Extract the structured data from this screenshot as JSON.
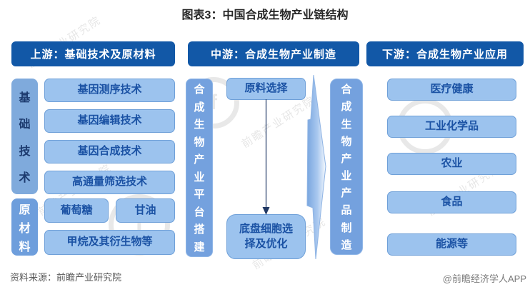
{
  "title": "图表3：中国合成生物产业链结构",
  "upstream": {
    "header": "上游：基础技术及原材料",
    "tech_label": "基础技术",
    "tech_items": [
      "基因测序技术",
      "基因编辑技术",
      "基因合成技术",
      "高通量筛选技术"
    ],
    "material_label": "原材料",
    "material_items": [
      "葡萄糖",
      "甘油",
      "甲烷及其衍生物等"
    ]
  },
  "midstream": {
    "header": "中游：合成生物产业制造",
    "platform_bar": "合成生物产业平台搭建",
    "step1": "原料选择",
    "step2": "底盘细胞选择及优化",
    "product_bar": "合成生物产业产品制造"
  },
  "downstream": {
    "header": "下游：合成生物产业应用",
    "items": [
      "医疗健康",
      "工业化学品",
      "农业",
      "食品",
      "能源等"
    ]
  },
  "footer": {
    "source": "资料来源：前瞻产业研究院",
    "credit": "@前瞻经济学人APP"
  },
  "watermark": {
    "text": "前瞻产业研究院"
  },
  "colors": {
    "header_bg": "#1258A7",
    "group_bar_light": "#7FAADC",
    "group_bar_deep": "#6E9EDC",
    "mid_bar": "#74A1DE",
    "item_bg": "#9CC3EE",
    "item_border": "#6FA0D8",
    "item_text": "#1B52A4",
    "dark_text": "#1C3A6E",
    "connector": "#203864"
  }
}
